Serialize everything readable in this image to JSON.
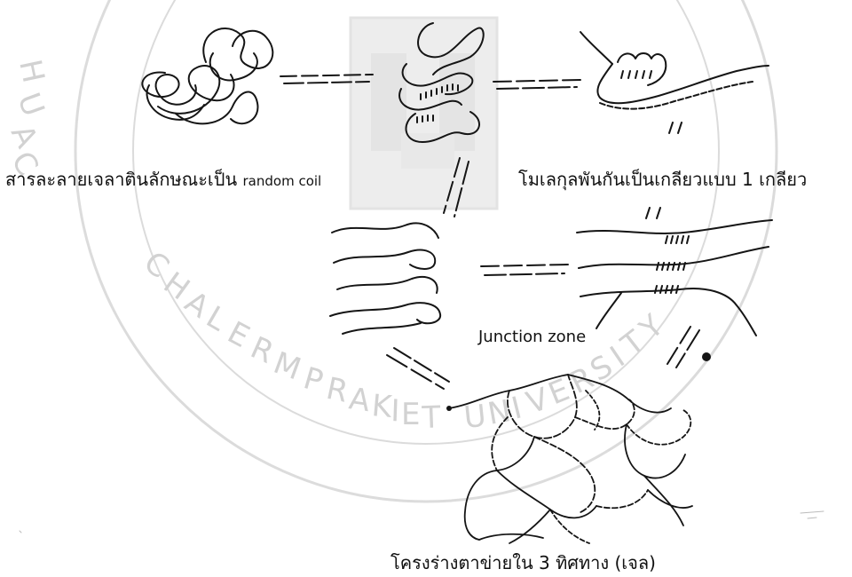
{
  "labels": {
    "random_coil_thai": "สารละลายเจลาตินลักษณะเป็น",
    "random_coil_en": "random coil",
    "single_helix": "โมเลกุลพันกันเป็นเกลียวแบบ 1 เกลียว",
    "junction_zone": "Junction zone",
    "network": "โครงร่างตาข่ายใน 3 ทิศทาง (เจล)"
  },
  "watermark": {
    "arc_left": "HUACHIEW",
    "arc_bottom": "CHALERMPRAKIET UNIVERSITY",
    "color": "#cfcfcf"
  },
  "colors": {
    "ink": "#151515",
    "watermark": "#d4d4d4"
  }
}
